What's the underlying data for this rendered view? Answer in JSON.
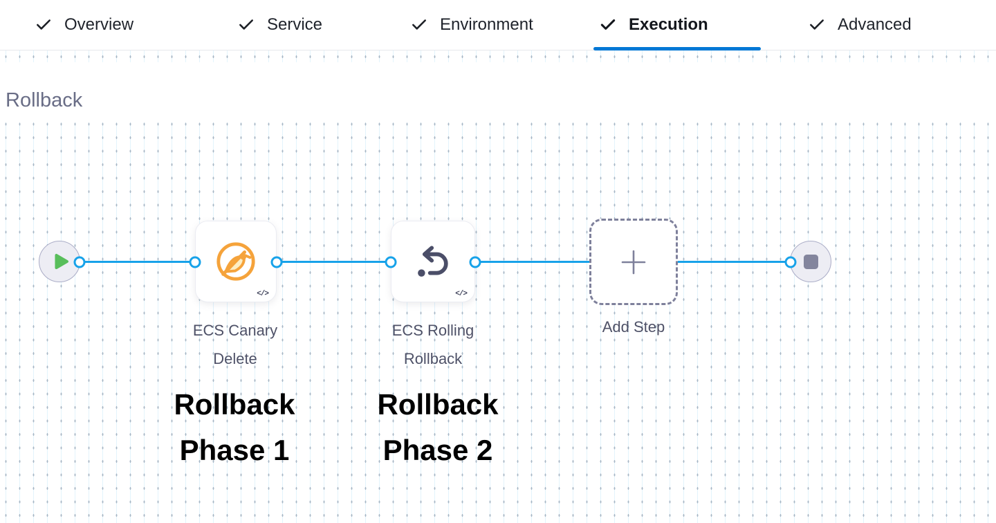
{
  "tab_bar": {
    "active_tab": "Execution",
    "items": [
      {
        "label": "Overview",
        "icon": "check-icon",
        "active": false
      },
      {
        "label": "Service",
        "icon": "check-icon",
        "active": false
      },
      {
        "label": "Environment",
        "icon": "check-icon",
        "active": false
      },
      {
        "label": "Execution",
        "icon": "check-icon",
        "active": true
      },
      {
        "label": "Advanced",
        "icon": "check-icon",
        "active": false
      }
    ]
  },
  "section": {
    "title": "Rollback"
  },
  "graph": {
    "start_node": {
      "icon": "play-icon"
    },
    "end_node": {
      "icon": "stop-icon"
    },
    "steps": [
      {
        "name": "ECS Canary Delete",
        "name_lines": "ECS Canary\nDelete",
        "icon": "ecs-canary-delete-icon",
        "code_badge": "</>"
      },
      {
        "name": "ECS Rolling Rollback",
        "name_lines": "ECS Rolling\nRollback",
        "icon": "ecs-rolling-rollback-icon",
        "code_badge": "</>"
      }
    ],
    "add_step": {
      "label": "Add Step",
      "icon": "plus-icon"
    }
  },
  "annotations": [
    {
      "text": "Rollback\nPhase 1"
    },
    {
      "text": "Rollback\nPhase 2"
    }
  ],
  "colors": {
    "connector_blue": "#17A2E9",
    "tab_underline_blue": "#0278D5",
    "canary_orange": "#F5A33B",
    "play_green": "#58BE5B",
    "icon_slate": "#4B4E68",
    "node_label_text": "#4E5167",
    "section_title_text": "#696D86"
  }
}
